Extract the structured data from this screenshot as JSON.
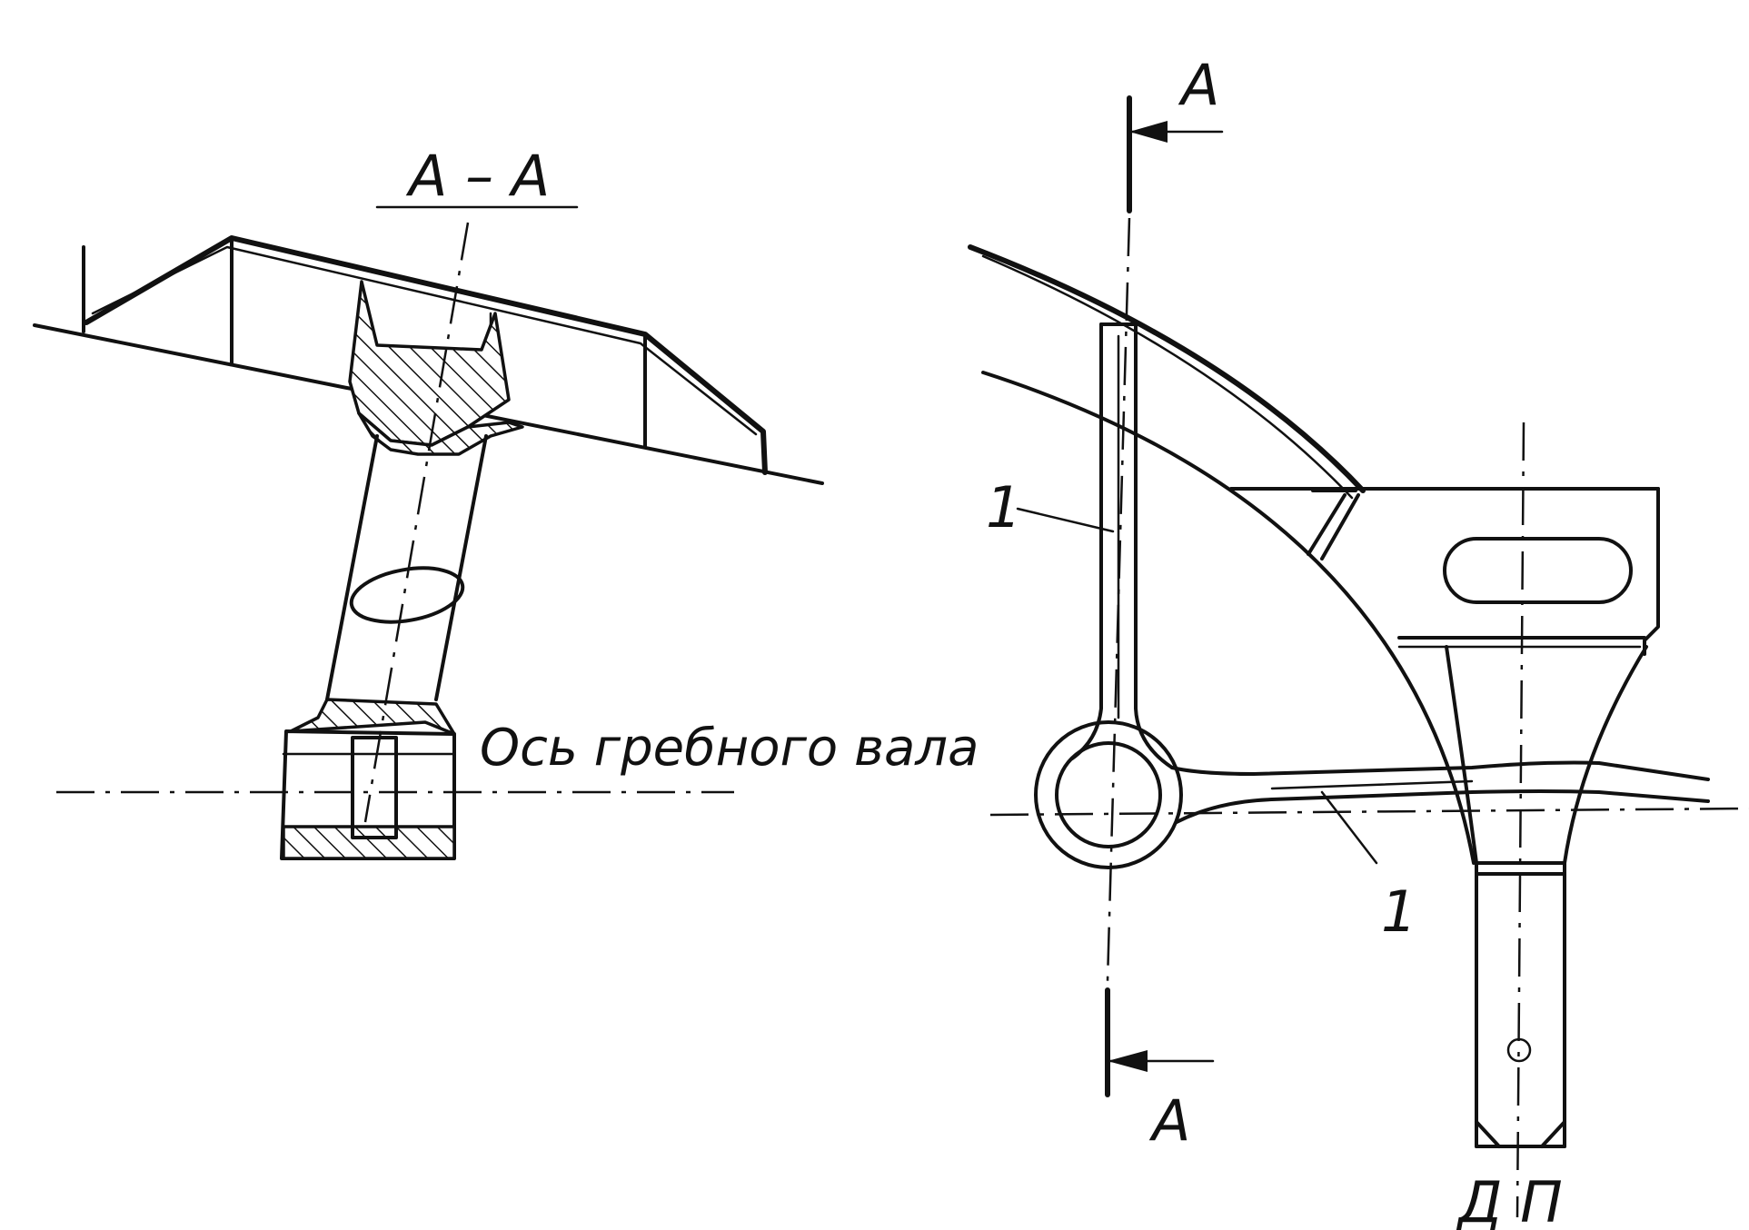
{
  "labels": {
    "section_title": "A – A",
    "shaft_axis": "Ось гребного вала",
    "cut_mark_top": "A",
    "cut_mark_bottom": "A",
    "part_number_upper": "1",
    "part_number_lower": "1",
    "centerplane": "Д П"
  }
}
